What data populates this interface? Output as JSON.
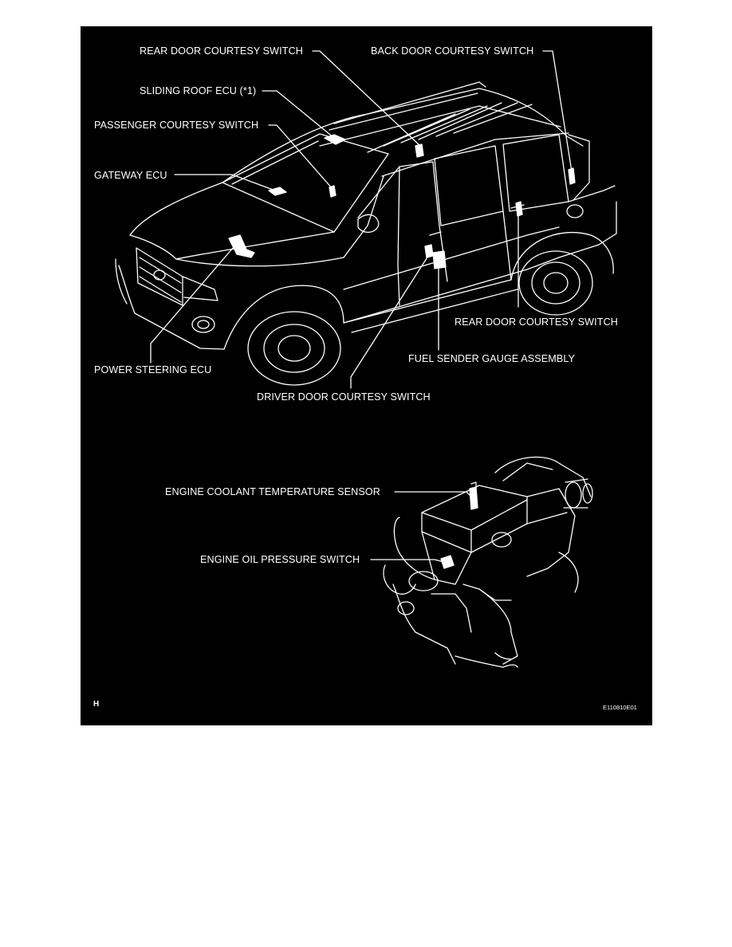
{
  "diagram": {
    "labels": {
      "rear_door_courtesy_switch_top": "REAR DOOR COURTESY SWITCH",
      "back_door_courtesy_switch": "BACK DOOR COURTESY SWITCH",
      "sliding_roof_ecu": "SLIDING ROOF ECU (*1)",
      "passenger_courtesy_switch": "PASSENGER COURTESY SWITCH",
      "gateway_ecu": "GATEWAY ECU",
      "rear_door_courtesy_switch_right": "REAR DOOR COURTESY SWITCH",
      "fuel_sender_gauge_assembly": "FUEL SENDER GAUGE ASSEMBLY",
      "power_steering_ecu": "POWER STEERING ECU",
      "driver_door_courtesy_switch": "DRIVER  DOOR COURTESY SWITCH",
      "engine_coolant_temperature_sensor": "ENGINE COOLANT TEMPERATURE SENSOR",
      "engine_oil_pressure_switch": "ENGINE OIL PRESSURE SWITCH"
    },
    "corner_mark": "H",
    "figure_code": "E110810E01",
    "colors": {
      "background": "#000000",
      "lines": "#ffffff",
      "page": "#ffffff"
    }
  }
}
